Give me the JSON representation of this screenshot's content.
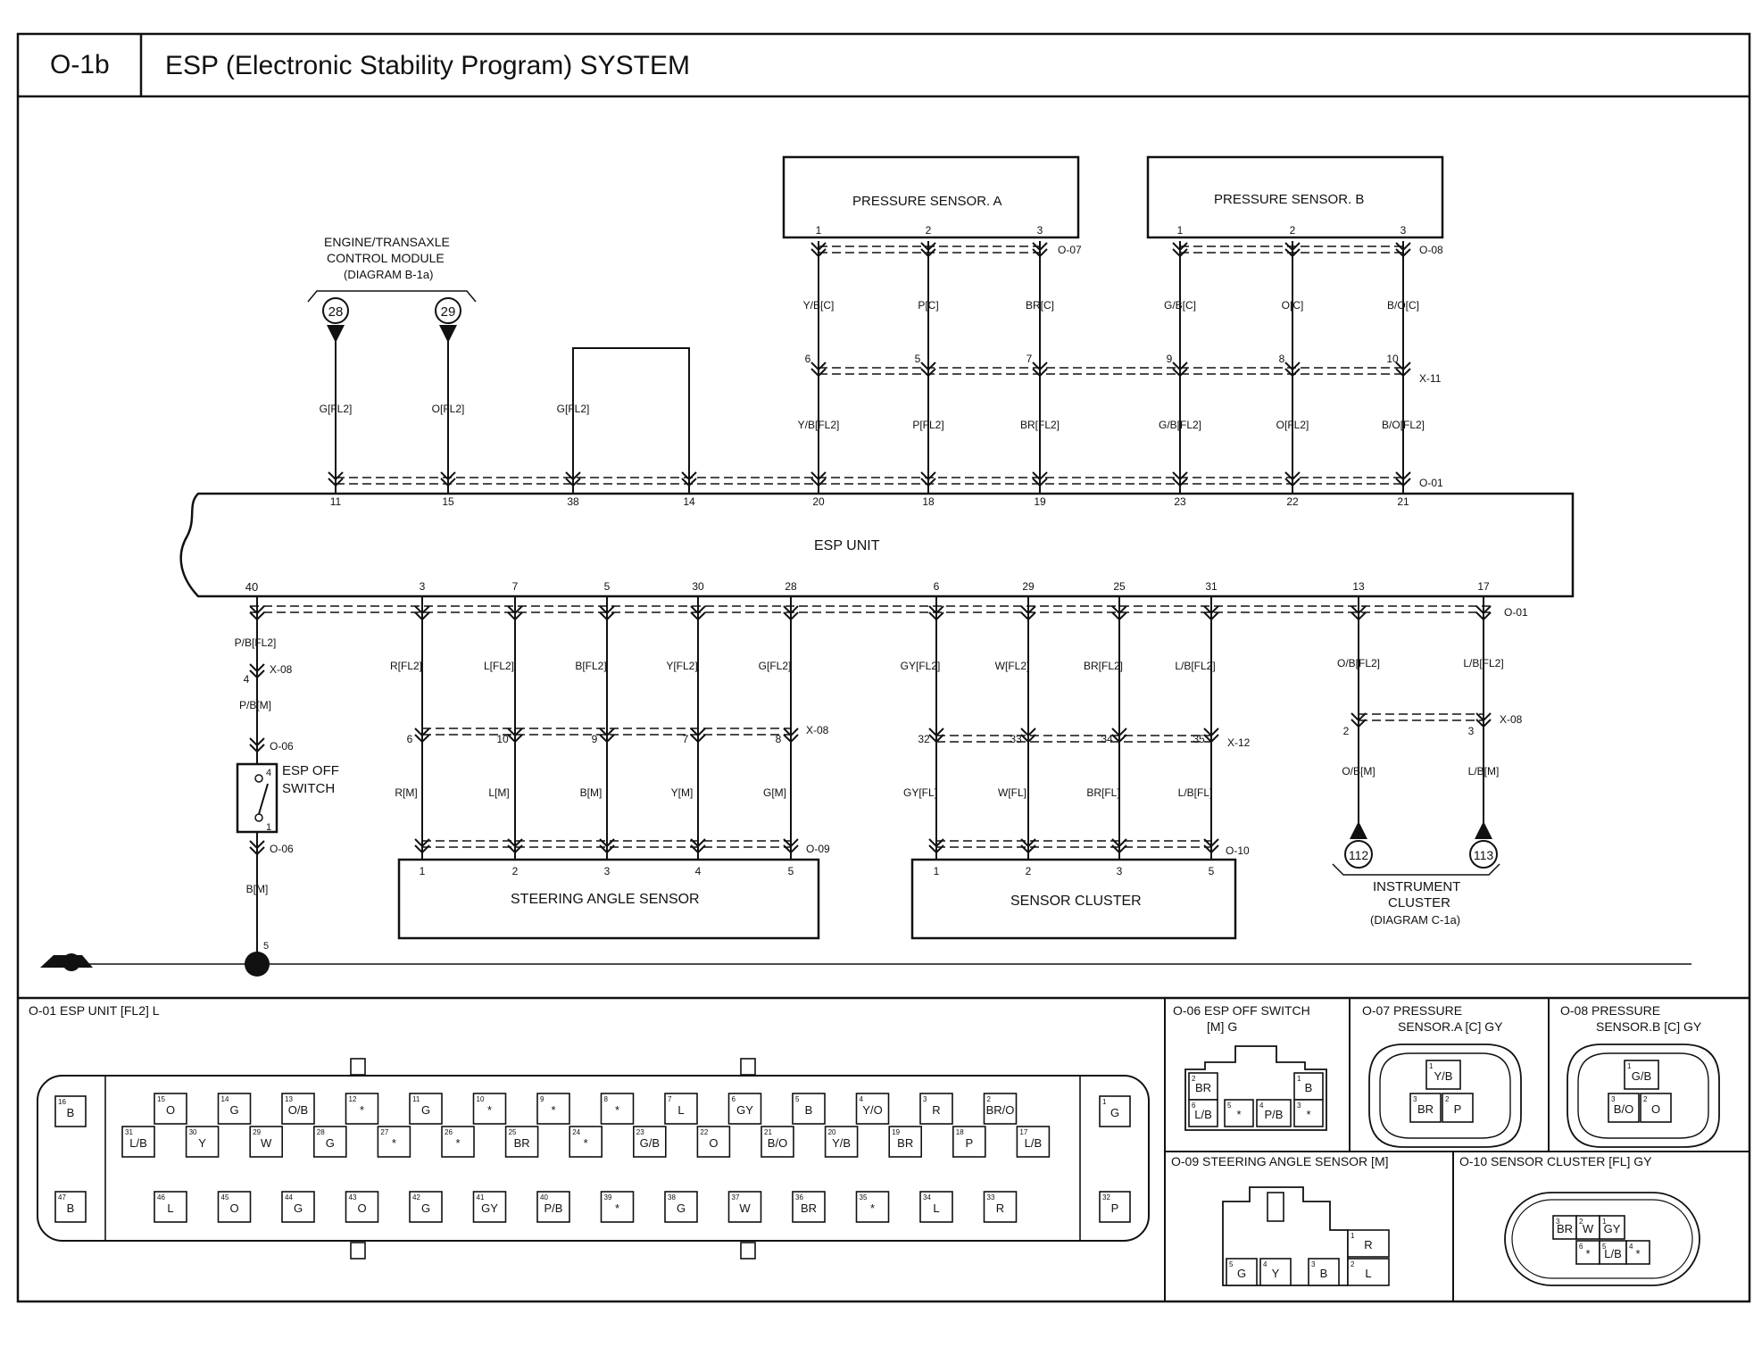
{
  "header": {
    "code": "O-1b",
    "title": "ESP (Electronic Stability Program) SYSTEM"
  },
  "esp_unit": {
    "label": "ESP UNIT"
  },
  "etcm": {
    "label_line1": "ENGINE/TRANSAXLE",
    "label_line2": "CONTROL MODULE",
    "label_line3": "(DIAGRAM B-1a)",
    "circle_a": "28",
    "circle_b": "29"
  },
  "pressure_a": {
    "label": "PRESSURE SENSOR. A",
    "pins": [
      "1",
      "2",
      "3"
    ],
    "connector": "O-07"
  },
  "pressure_b": {
    "label": "PRESSURE SENSOR. B",
    "pins": [
      "1",
      "2",
      "3"
    ],
    "connector": "O-08"
  },
  "top_wires": [
    {
      "name": "w11",
      "upper": "",
      "lower": "G[FL2]",
      "mid_pin": "",
      "esp_pin": "11"
    },
    {
      "name": "w15",
      "upper": "",
      "lower": "O[FL2]",
      "mid_pin": "",
      "esp_pin": "15"
    },
    {
      "name": "w38",
      "upper": "",
      "lower": "G[FL2]",
      "mid_pin": "",
      "esp_pin": "38"
    },
    {
      "name": "w14",
      "upper": "",
      "lower": "",
      "mid_pin": "",
      "esp_pin": "14"
    },
    {
      "name": "w20",
      "upper": "Y/B[C]",
      "lower": "Y/B[FL2]",
      "mid_pin": "6",
      "esp_pin": "20"
    },
    {
      "name": "w18",
      "upper": "P[C]",
      "lower": "P[FL2]",
      "mid_pin": "5",
      "esp_pin": "18"
    },
    {
      "name": "w19",
      "upper": "BR[C]",
      "lower": "BR[FL2]",
      "mid_pin": "7",
      "esp_pin": "19"
    },
    {
      "name": "w23",
      "upper": "G/B[C]",
      "lower": "G/B[FL2]",
      "mid_pin": "9",
      "esp_pin": "23"
    },
    {
      "name": "w22",
      "upper": "O[C]",
      "lower": "O[FL2]",
      "mid_pin": "8",
      "esp_pin": "22"
    },
    {
      "name": "w21",
      "upper": "B/O[C]",
      "lower": "B/O[FL2]",
      "mid_pin": "10",
      "esp_pin": "21"
    }
  ],
  "top_connectors": {
    "x11": "X-11",
    "o01": "O-01"
  },
  "esp_off": {
    "esp_pin": "40",
    "wire1": "P/B[FL2]",
    "x_pin": "4",
    "x_conn": "X-08",
    "wire2": "P/B[M]",
    "conn_top": "O-06",
    "label_line1": "ESP OFF",
    "label_line2": "SWITCH",
    "sw_pin_top": "4",
    "sw_pin_bot": "1",
    "conn_bot": "O-06",
    "wire3": "B[M]",
    "ground_pin": "5",
    "ground_num": "1",
    "ground_label": "G"
  },
  "steering_wires": [
    {
      "name": "s3",
      "esp_pin": "3",
      "upper": "R[FL2]",
      "x_pin": "6",
      "lower": "R[M]",
      "pin": "1"
    },
    {
      "name": "s7",
      "esp_pin": "7",
      "upper": "L[FL2]",
      "x_pin": "10",
      "lower": "L[M]",
      "pin": "2"
    },
    {
      "name": "s5",
      "esp_pin": "5",
      "upper": "B[FL2]",
      "x_pin": "9",
      "lower": "B[M]",
      "pin": "3"
    },
    {
      "name": "s30",
      "esp_pin": "30",
      "upper": "Y[FL2]",
      "x_pin": "7",
      "lower": "Y[M]",
      "pin": "4"
    },
    {
      "name": "s28",
      "esp_pin": "28",
      "upper": "G[FL2]",
      "x_pin": "8",
      "lower": "G[M]",
      "pin": "5"
    }
  ],
  "steering": {
    "label": "STEERING ANGLE SENSOR",
    "x_conn": "X-08",
    "conn": "O-09"
  },
  "cluster_wires": [
    {
      "name": "c6",
      "esp_pin": "6",
      "upper": "GY[FL2]",
      "x_pin": "32",
      "lower": "GY[FL]",
      "pin": "1"
    },
    {
      "name": "c29",
      "esp_pin": "29",
      "upper": "W[FL2]",
      "x_pin": "33",
      "lower": "W[FL]",
      "pin": "2"
    },
    {
      "name": "c25",
      "esp_pin": "25",
      "upper": "BR[FL2]",
      "x_pin": "34",
      "lower": "BR[FL]",
      "pin": "3"
    },
    {
      "name": "c31",
      "esp_pin": "31",
      "upper": "L/B[FL2]",
      "x_pin": "35",
      "lower": "L/B[FL]",
      "pin": "5"
    }
  ],
  "sensor_cluster": {
    "label": "SENSOR CLUSTER",
    "x_conn": "X-12",
    "conn": "O-10"
  },
  "instrument_wires": [
    {
      "name": "i13",
      "esp_pin": "13",
      "upper": "O/B[FL2]",
      "x_pin": "2",
      "lower": "O/B[M]",
      "circle": "112"
    },
    {
      "name": "i17",
      "esp_pin": "17",
      "upper": "L/B[FL2]",
      "x_pin": "3",
      "lower": "L/B[M]",
      "circle": "113"
    }
  ],
  "instrument": {
    "label_line1": "INSTRUMENT",
    "label_line2": "CLUSTER",
    "label_line3": "(DIAGRAM C-1a)",
    "x_conn": "X-08",
    "o01": "O-01"
  },
  "conn_o01": {
    "title": "O-01 ESP UNIT [FL2] L",
    "left_col": [
      {
        "n": "16",
        "c": "B"
      },
      {
        "n": "47",
        "c": "B"
      }
    ],
    "right_col": [
      {
        "n": "1",
        "c": "G"
      },
      {
        "n": "32",
        "c": "P"
      }
    ],
    "row1": [
      {
        "n": "15",
        "c": "O"
      },
      {
        "n": "14",
        "c": "G"
      },
      {
        "n": "13",
        "c": "O/B"
      },
      {
        "n": "12",
        "c": "*"
      },
      {
        "n": "11",
        "c": "G"
      },
      {
        "n": "10",
        "c": "*"
      },
      {
        "n": "9",
        "c": "*"
      },
      {
        "n": "8",
        "c": "*"
      },
      {
        "n": "7",
        "c": "L"
      },
      {
        "n": "6",
        "c": "GY"
      },
      {
        "n": "5",
        "c": "B"
      },
      {
        "n": "4",
        "c": "Y/O"
      },
      {
        "n": "3",
        "c": "R"
      },
      {
        "n": "2",
        "c": "BR/O"
      }
    ],
    "row2": [
      {
        "n": "31",
        "c": "L/B"
      },
      {
        "n": "30",
        "c": "Y"
      },
      {
        "n": "29",
        "c": "W"
      },
      {
        "n": "28",
        "c": "G"
      },
      {
        "n": "27",
        "c": "*"
      },
      {
        "n": "26",
        "c": "*"
      },
      {
        "n": "25",
        "c": "BR"
      },
      {
        "n": "24",
        "c": "*"
      },
      {
        "n": "23",
        "c": "G/B"
      },
      {
        "n": "22",
        "c": "O"
      },
      {
        "n": "21",
        "c": "B/O"
      },
      {
        "n": "20",
        "c": "Y/B"
      },
      {
        "n": "19",
        "c": "BR"
      },
      {
        "n": "18",
        "c": "P"
      },
      {
        "n": "17",
        "c": "L/B"
      }
    ],
    "row3": [
      {
        "n": "46",
        "c": "L"
      },
      {
        "n": "45",
        "c": "O"
      },
      {
        "n": "44",
        "c": "G"
      },
      {
        "n": "43",
        "c": "O"
      },
      {
        "n": "42",
        "c": "G"
      },
      {
        "n": "41",
        "c": "GY"
      },
      {
        "n": "40",
        "c": "P/B"
      },
      {
        "n": "39",
        "c": "*"
      },
      {
        "n": "38",
        "c": "G"
      },
      {
        "n": "37",
        "c": "W"
      },
      {
        "n": "36",
        "c": "BR"
      },
      {
        "n": "35",
        "c": "*"
      },
      {
        "n": "34",
        "c": "L"
      },
      {
        "n": "33",
        "c": "R"
      }
    ]
  },
  "conn_o06": {
    "title_line1": "O-06 ESP OFF SWITCH",
    "title_line2": "[M] G",
    "cells": [
      {
        "n": "2",
        "c": "BR"
      },
      {
        "n": "1",
        "c": "B"
      },
      {
        "n": "6",
        "c": "L/B"
      },
      {
        "n": "5",
        "c": "*"
      },
      {
        "n": "4",
        "c": "P/B"
      },
      {
        "n": "3",
        "c": "*"
      }
    ]
  },
  "conn_o07": {
    "title_line1": "O-07 PRESSURE",
    "title_line2": "SENSOR.A [C] GY",
    "cells": [
      {
        "n": "1",
        "c": "Y/B"
      },
      {
        "n": "3",
        "c": "BR"
      },
      {
        "n": "2",
        "c": "P"
      }
    ]
  },
  "conn_o08": {
    "title_line1": "O-08 PRESSURE",
    "title_line2": "SENSOR.B [C] GY",
    "cells": [
      {
        "n": "1",
        "c": "G/B"
      },
      {
        "n": "3",
        "c": "B/O"
      },
      {
        "n": "2",
        "c": "O"
      }
    ]
  },
  "conn_o09": {
    "title": "O-09 STEERING ANGLE SENSOR [M]",
    "cells": [
      {
        "n": "1",
        "c": "R"
      },
      {
        "n": "5",
        "c": "G"
      },
      {
        "n": "4",
        "c": "Y"
      },
      {
        "n": "3",
        "c": "B"
      },
      {
        "n": "2",
        "c": "L"
      }
    ]
  },
  "conn_o10": {
    "title": "O-10 SENSOR CLUSTER [FL] GY",
    "cells": [
      {
        "n": "3",
        "c": "BR"
      },
      {
        "n": "2",
        "c": "W"
      },
      {
        "n": "1",
        "c": "GY"
      },
      {
        "n": "6",
        "c": "*"
      },
      {
        "n": "5",
        "c": "L/B"
      },
      {
        "n": "4",
        "c": "*"
      }
    ]
  }
}
